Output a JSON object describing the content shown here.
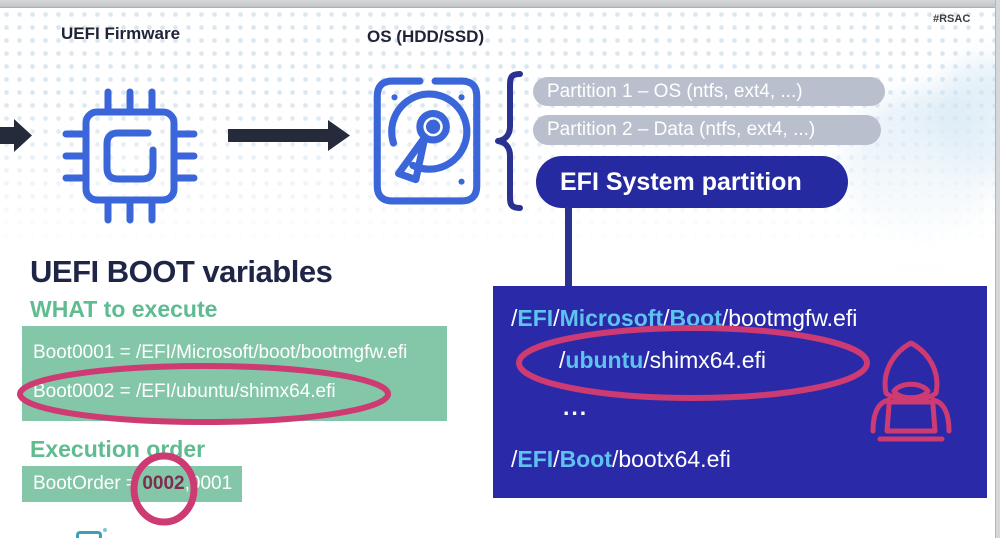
{
  "meta": {
    "hashtag": "#RSAC"
  },
  "colors": {
    "icon_blue": "#3a66d9",
    "arrow_dark": "#262b3b",
    "navy_heading": "#1f2546",
    "green_heading": "#5fbb90",
    "green_box": "#84c6a8",
    "gray_pill": "#b9bfcc",
    "deep_blue": "#2a2aa8",
    "cyan_path": "#5fc3f0",
    "pink_accent": "#ce3a72",
    "maroon_highlight": "#7e2d50"
  },
  "flow": {
    "firmware_label": "UEFI Firmware",
    "os_label": "OS (HDD/SSD)"
  },
  "partitions": [
    {
      "label": "Partition 1 – OS (ntfs, ext4, ...)"
    },
    {
      "label": "Partition 2 – Data (ntfs, ext4, ...)"
    },
    {
      "label": "EFI System partition"
    }
  ],
  "boot_variables": {
    "title": "UEFI BOOT variables",
    "what_heading": "WHAT to execute",
    "entries": [
      "Boot0001 = /EFI/Microsoft/boot/bootmgfw.efi",
      "Boot0002 = /EFI/ubuntu/shimx64.efi"
    ],
    "order_heading": "Execution order",
    "boot_order_segments": [
      {
        "t": "BootOrder = ",
        "c": "w"
      },
      {
        "t": "0002",
        "c": "m"
      },
      {
        "t": ",0001",
        "c": "w"
      }
    ]
  },
  "esp_contents": {
    "line1": [
      {
        "t": "/",
        "c": "w"
      },
      {
        "t": "EFI",
        "c": "b"
      },
      {
        "t": "/",
        "c": "w"
      },
      {
        "t": "Microsoft",
        "c": "b"
      },
      {
        "t": "/",
        "c": "w"
      },
      {
        "t": "Boot",
        "c": "b"
      },
      {
        "t": "/bootmgfw.efi",
        "c": "w"
      }
    ],
    "line2": [
      {
        "t": "/",
        "c": "w"
      },
      {
        "t": "ubuntu",
        "c": "b"
      },
      {
        "t": "/shimx64.efi",
        "c": "w"
      }
    ],
    "line3": [
      {
        "t": "...",
        "c": "w"
      }
    ],
    "line4": [
      {
        "t": "/",
        "c": "w"
      },
      {
        "t": "EFI",
        "c": "b"
      },
      {
        "t": "/",
        "c": "w"
      },
      {
        "t": "Boot",
        "c": "b"
      },
      {
        "t": "/bootx64.efi",
        "c": "w"
      }
    ]
  }
}
